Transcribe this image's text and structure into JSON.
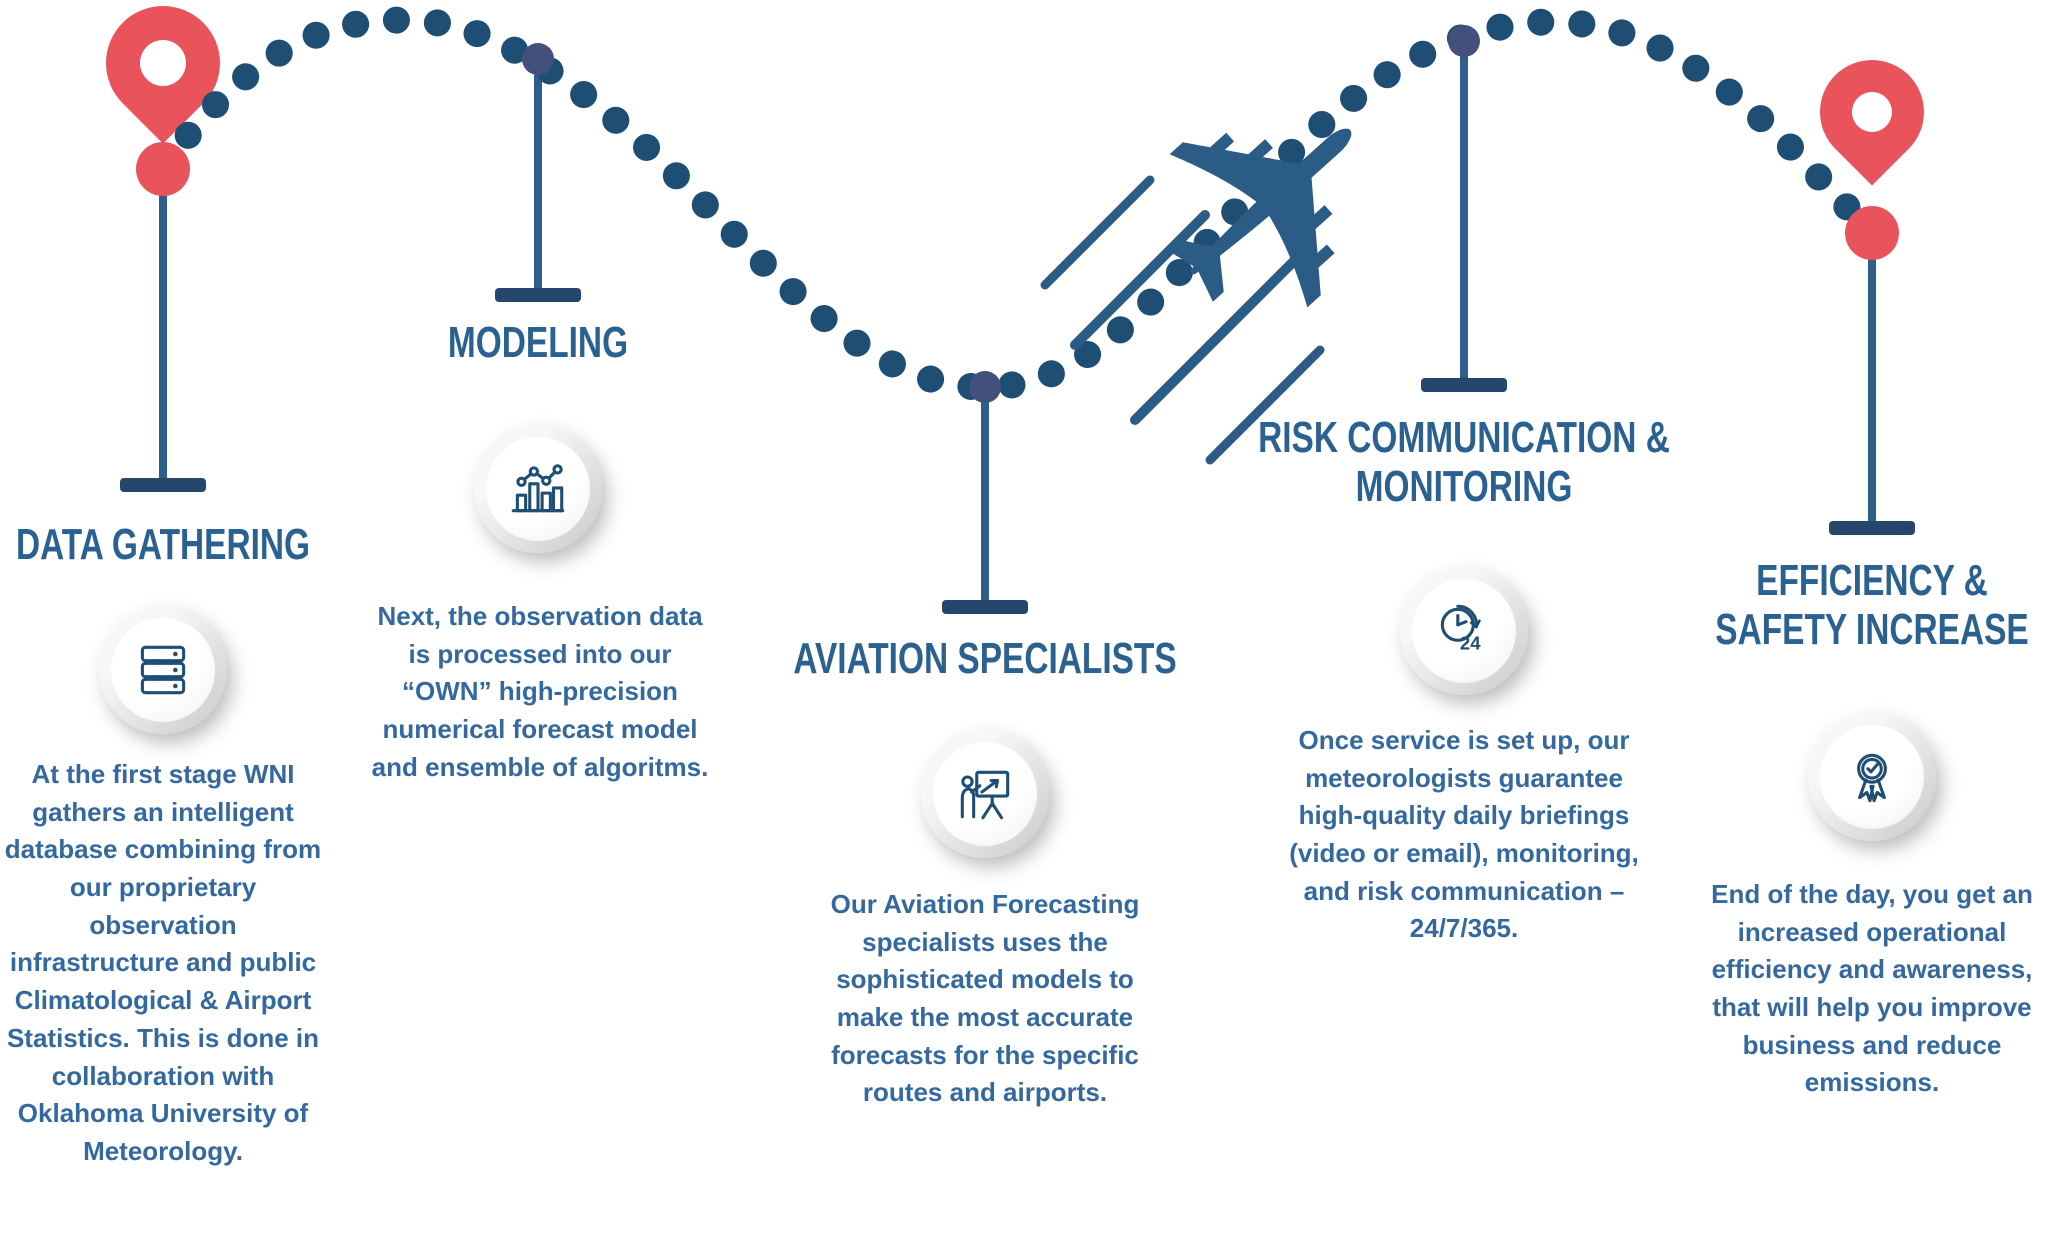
{
  "palette": {
    "navy_dots": "#1f4e74",
    "pole_blue": "#2d5e8c",
    "bar_navy": "#24476b",
    "title_blue": "#2a6190",
    "body_blue": "#34699f",
    "pin_red": "#e8535c",
    "waypoint_dot": "#44507c"
  },
  "icons": {
    "plane_glyph": "✈",
    "clock_label": "24"
  },
  "stages": [
    {
      "title": "DATA GATHERING",
      "icon": "server-stack-icon",
      "description": "At the first stage WNI gathers an intelligent database combining from our proprietary observation infrastructure and public Climatological & Airport Statistics. This is done in collaboration with Oklahoma University of Meteorology."
    },
    {
      "title": "MODELING",
      "icon": "bar-chart-icon",
      "description": "Next, the observation data is processed into our “OWN” high-precision numerical forecast model and ensemble of algoritms."
    },
    {
      "title": "AVIATION SPECIALISTS",
      "icon": "presenter-chart-icon",
      "description": "Our Aviation Forecasting specialists uses the sophisticated models to make the most accurate forecasts for the specific routes and airports."
    },
    {
      "title": "RISK COMMUNICATION & MONITORING",
      "icon": "clock-24-icon",
      "description": "Once service is set up, our meteorologists guarantee high-quality daily briefings (video or email), monitoring, and risk communication – 24/7/365."
    },
    {
      "title": "EFFICIENCY & SAFETY INCREASE",
      "icon": "award-ribbon-icon",
      "description": "End of the day, you get an increased operational efficiency and awareness, that will help you improve business and reduce emissions."
    }
  ]
}
